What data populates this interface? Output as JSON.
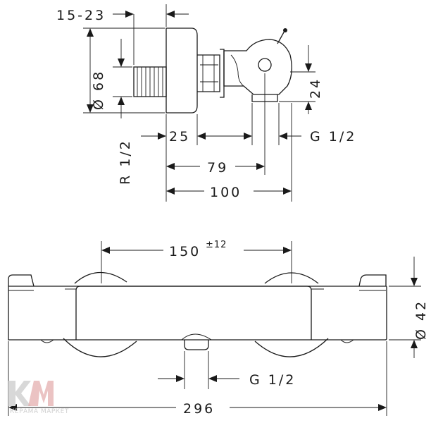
{
  "side_view": {
    "dims": {
      "offset": "15-23",
      "diameter": "Ø 68",
      "height": "24",
      "thread_r": "R 1/2",
      "w25": "25",
      "thread_g": "G 1/2",
      "w79": "79",
      "w100": "100"
    }
  },
  "front_view": {
    "dims": {
      "center_distance": "150",
      "tolerance": "±12",
      "diameter": "Ø 42",
      "outlet_thread": "G 1/2",
      "total_width": "296"
    }
  },
  "watermark": {
    "text": "КЕРАМА МАРКЕТ",
    "color": "#d0d0d0"
  }
}
